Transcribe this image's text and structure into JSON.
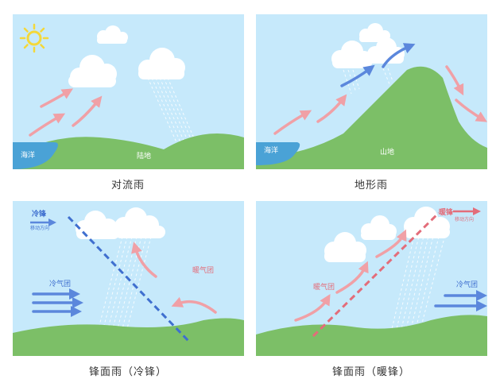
{
  "panels": {
    "convection": {
      "caption": "对流雨",
      "ocean_label": "海洋",
      "land_label": "陆地"
    },
    "orographic": {
      "caption": "地形雨",
      "ocean_label": "海洋",
      "mountain_label": "山地"
    },
    "cold_front": {
      "caption": "锋面雨（冷锋）",
      "front_label": "冷锋",
      "move_label": "移动方向",
      "cold_mass_label": "冷气团",
      "warm_mass_label": "暖气团"
    },
    "warm_front": {
      "caption": "锋面雨（暖锋）",
      "front_label": "暖锋",
      "move_label": "移动方向",
      "warm_mass_label": "暖气团",
      "cold_mass_label": "冷气团"
    }
  },
  "colors": {
    "sky": "#c6e9fb",
    "ground": "#7cbf67",
    "ocean": "#4aa2d6",
    "warm_arrow": "#f0a0a6",
    "cold_arrow": "#5b87dc",
    "sun": "#f4d83a",
    "cold_front_line": "#3f6fcf",
    "warm_front_line": "#e36d7a"
  },
  "icons": [
    "sun-icon",
    "cloud-icon",
    "rain-icon",
    "wind-arrow-icon"
  ]
}
